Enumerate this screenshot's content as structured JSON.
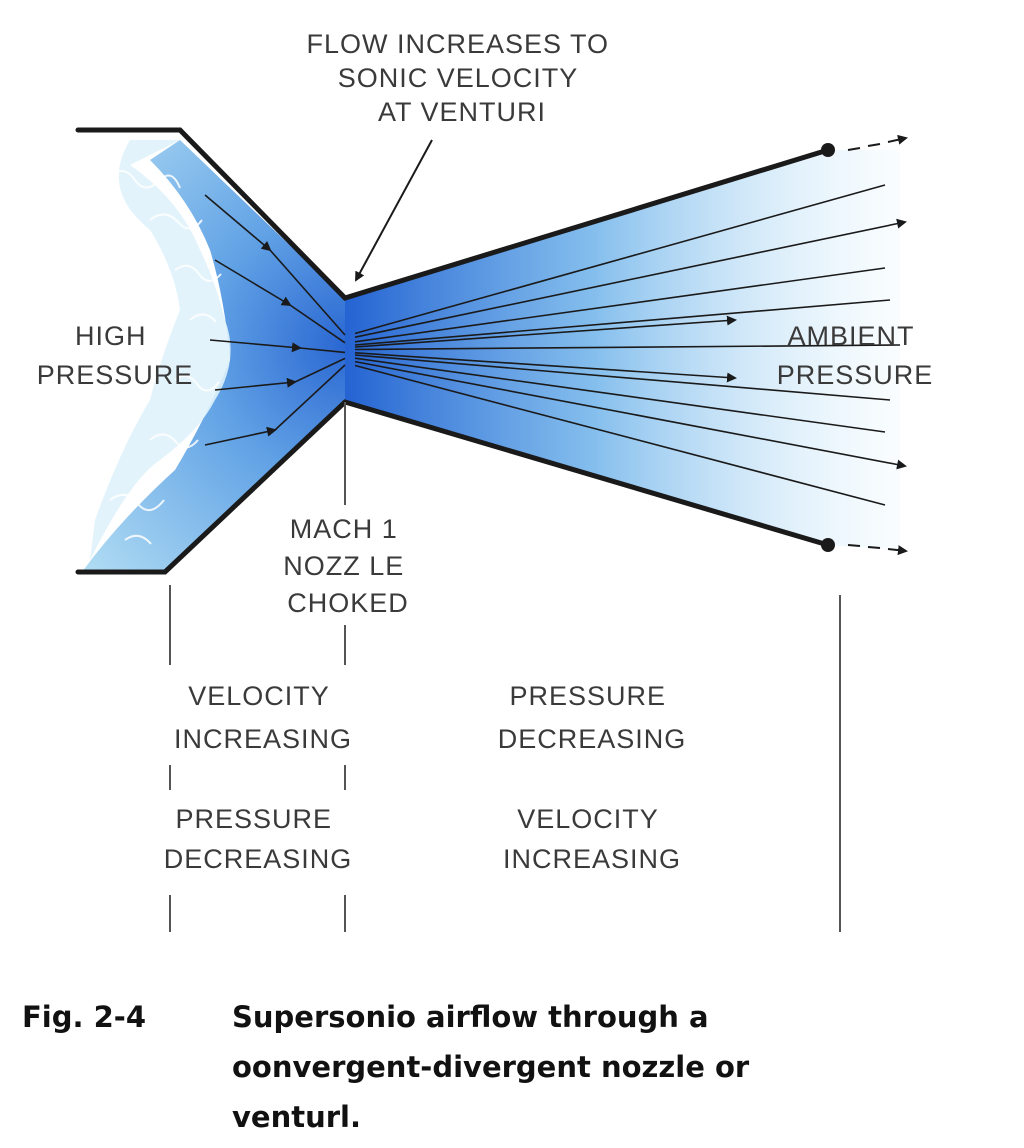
{
  "labels": {
    "flow_note": [
      "FLOW INCREASES TO",
      "SONIC VELOCITY",
      "AT VENTURI"
    ],
    "high_pressure": [
      "HIGH",
      "PRESSURE"
    ],
    "ambient_pressure": [
      "AMBIENT",
      "PRESSURE"
    ],
    "mach1": [
      "MACH 1",
      "NOZZ LE",
      "CHOKED"
    ],
    "convergent_velocity": [
      "VELOCITY",
      "INCREASING"
    ],
    "convergent_pressure": [
      "PRESSURE",
      "DECREASING"
    ],
    "divergent_pressure": [
      "PRESSURE",
      "DECREASING"
    ],
    "divergent_velocity": [
      "VELOCITY",
      "INCREASING"
    ]
  },
  "caption": {
    "figure_number": "Fig. 2-4",
    "lines": [
      "Supersonio   airflow   through   a",
      "oonvergent-divergent   nozzle   or",
      "venturl."
    ]
  },
  "colors": {
    "flow_dark": "#1f5fd0",
    "flow_light": "#d8f0fb",
    "wall": "#1a1a1a",
    "text": "#3a3a3a"
  }
}
